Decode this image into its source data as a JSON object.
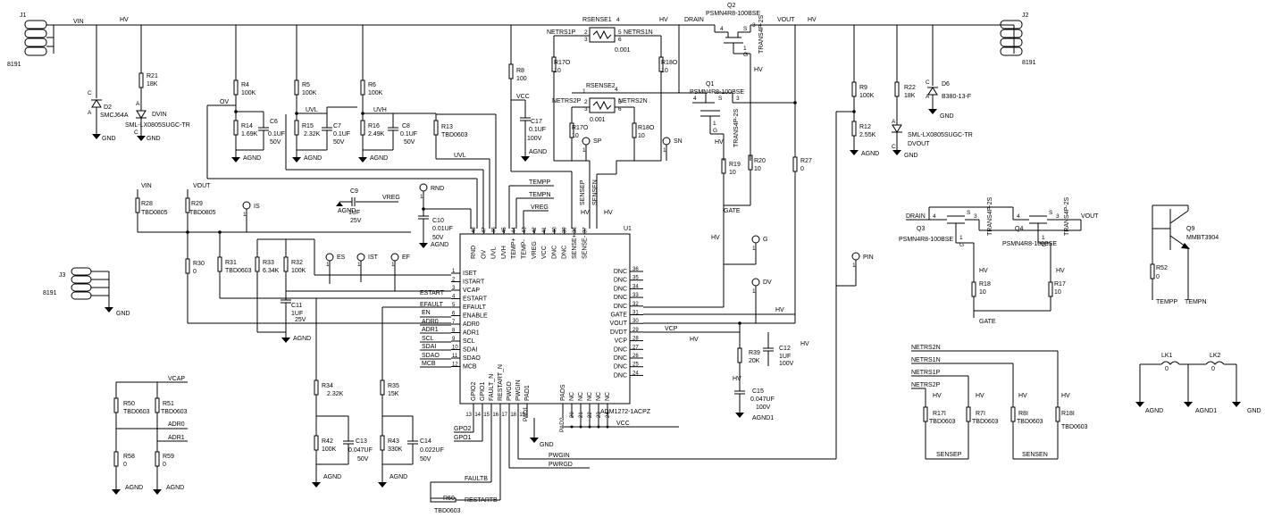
{
  "connectors": {
    "j1": {
      "ref": "J1",
      "part": "8191"
    },
    "j2": {
      "ref": "J2",
      "part": "8191"
    },
    "j3": {
      "ref": "J3",
      "part": "8191"
    }
  },
  "nets": {
    "vin": "VIN",
    "hv": "HV",
    "vout": "VOUT",
    "drain": "DRAIN",
    "ov": "OV",
    "uvl": "UVL",
    "uvh": "UVH",
    "gnd": "GND",
    "agnd": "AGND",
    "agnd1": "AGND1",
    "vcc": "VCC",
    "vreg": "VREG",
    "vcap": "VCAP",
    "gate": "GATE",
    "vcp": "VCP",
    "estart": "ESTART",
    "efault": "EFAULT",
    "en": "EN",
    "adr0": "ADR0",
    "adr1": "ADR1",
    "scl": "SCL",
    "sdai": "SDAI",
    "sdao": "SDAO",
    "mcb": "MCB",
    "gpo1": "GPO1",
    "gpo2": "GPO2",
    "faultb": "FAULTB",
    "restartb": "RESTARTB",
    "pwgin": "PWGIN",
    "pwrgd": "PWRGD",
    "tempp": "TEMPP",
    "tempn": "TEMPN",
    "sensep": "SENSEP",
    "sensen": "SENSEN",
    "netrs1p": "NETRS1P",
    "netrs1n": "NETRS1N",
    "netrs2p": "NETRS2P",
    "netrs2n": "NETRS2N",
    "dvout": "DVOUT",
    "dvin": "DVIN"
  },
  "testpoints": {
    "rnd": "RND",
    "is": "IS",
    "es": "ES",
    "ist": "IST",
    "ef": "EF",
    "sp": "SP",
    "sn": "SN",
    "g": "G",
    "dv": "DV",
    "pin": "PIN",
    "one": "1"
  },
  "components": {
    "d2": {
      "ref": "D2",
      "value": "SMCJ64A"
    },
    "r21": {
      "ref": "R21",
      "value": "18K"
    },
    "dvin_led": {
      "ref": "DVIN",
      "value": "SML-LX0805SUGC-TR"
    },
    "r4": {
      "ref": "R4",
      "value": "100K"
    },
    "r14": {
      "ref": "R14",
      "value": "1.69K"
    },
    "c6": {
      "ref": "C6",
      "value": "0.1UF",
      "volt": "50V"
    },
    "r5": {
      "ref": "R5",
      "value": "100K"
    },
    "r15": {
      "ref": "R15",
      "value": "2.32K"
    },
    "c7": {
      "ref": "C7",
      "value": "0.1UF",
      "volt": "50V"
    },
    "r6": {
      "ref": "R6",
      "value": "100K"
    },
    "r16": {
      "ref": "R16",
      "value": "2.49K"
    },
    "c8": {
      "ref": "C8",
      "value": "0.1UF",
      "volt": "50V"
    },
    "r13": {
      "ref": "R13",
      "value": "TBD0603"
    },
    "r8": {
      "ref": "R8",
      "value": "100"
    },
    "c17": {
      "ref": "C17",
      "value": "0.1UF",
      "volt": "100V"
    },
    "rsense1": {
      "ref": "RSENSE1",
      "value": "0.001"
    },
    "rsense2": {
      "ref": "RSENSE2",
      "value": "0.001"
    },
    "r170": {
      "ref": "R17O",
      "value": "10"
    },
    "r180": {
      "ref": "R18O",
      "value": "10"
    },
    "r170b": {
      "ref": "R17O",
      "value": "10"
    },
    "r180b": {
      "ref": "R18O",
      "value": "10"
    },
    "q1": {
      "ref": "Q1",
      "value": "PSMN4R8-100BSE",
      "tag": "TRANS4P-2S"
    },
    "q2": {
      "ref": "Q2",
      "value": "PSMN4R8-100BSE",
      "tag": "TRANS4P-2S"
    },
    "q3": {
      "ref": "Q3",
      "value": "PSMN4R8-100BSE",
      "tag": "TRANS4P-2S"
    },
    "q4": {
      "ref": "Q4",
      "value": "PSMN4R8-100BSE",
      "tag": "TRANS4P-2S"
    },
    "q9": {
      "ref": "Q9",
      "value": "MMBT3904"
    },
    "r9": {
      "ref": "R9",
      "value": "100K"
    },
    "r12": {
      "ref": "R12",
      "value": "2.55K"
    },
    "r22": {
      "ref": "R22",
      "value": "18K"
    },
    "dvout_led": {
      "ref": "DVOUT",
      "value": "SML-LX0805SUGC-TR"
    },
    "d6": {
      "ref": "D6",
      "value": "B380-13-F"
    },
    "r27": {
      "ref": "R27",
      "value": "0"
    },
    "r19": {
      "ref": "R19",
      "value": "10"
    },
    "r20": {
      "ref": "R20",
      "value": "10"
    },
    "r28": {
      "ref": "R28",
      "value": "TBD0805"
    },
    "r29": {
      "ref": "R29",
      "value": "TBD0805"
    },
    "c9": {
      "ref": "C9",
      "value": "1UF",
      "volt": "25V"
    },
    "c10": {
      "ref": "C10",
      "value": "0.01UF",
      "volt": "50V"
    },
    "r30": {
      "ref": "R30",
      "value": "0"
    },
    "r31": {
      "ref": "R31",
      "value": "TBD0603"
    },
    "r33": {
      "ref": "R33",
      "value": "6.34K"
    },
    "r32": {
      "ref": "R32",
      "value": "100K"
    },
    "c11": {
      "ref": "C11",
      "value": "1UF",
      "volt": "25V"
    },
    "r34": {
      "ref": "R34",
      "value": "2.32K"
    },
    "r35": {
      "ref": "R35",
      "value": "15K"
    },
    "r42": {
      "ref": "R42",
      "value": "100K"
    },
    "c13": {
      "ref": "C13",
      "value": "0.047UF",
      "volt": "50V"
    },
    "r43": {
      "ref": "R43",
      "value": "330K"
    },
    "c14": {
      "ref": "C14",
      "value": "0.022UF",
      "volt": "50V"
    },
    "r50": {
      "ref": "R50",
      "value": "TBD0603"
    },
    "r51": {
      "ref": "R51",
      "value": "TBD0603"
    },
    "r58": {
      "ref": "R58",
      "value": "0"
    },
    "r59": {
      "ref": "R59",
      "value": "0"
    },
    "r60": {
      "ref": "R60",
      "value": "TBD0603"
    },
    "r39": {
      "ref": "R39",
      "value": "20K"
    },
    "c12": {
      "ref": "C12",
      "value": "1UF",
      "volt": "100V"
    },
    "c15": {
      "ref": "C15",
      "value": "0.047UF",
      "volt": "100V"
    },
    "r18": {
      "ref": "R18",
      "value": "10"
    },
    "r17": {
      "ref": "R17",
      "value": "10"
    },
    "r52": {
      "ref": "R52",
      "value": "0"
    },
    "r17i": {
      "ref": "R17I",
      "value": "TBD0603"
    },
    "r7i": {
      "ref": "R7I",
      "value": "TBD0603"
    },
    "r8i": {
      "ref": "R8I",
      "value": "TBD0603"
    },
    "r18i": {
      "ref": "R18I",
      "value": "TBD0603"
    },
    "lk1": {
      "ref": "LK1",
      "value": "0"
    },
    "lk2": {
      "ref": "LK2",
      "value": "0"
    }
  },
  "ic": {
    "ref": "U1",
    "part": "ADM1272-1ACPZ",
    "left_pins": [
      {
        "num": "1",
        "name": "ISET"
      },
      {
        "num": "2",
        "name": "ISTART"
      },
      {
        "num": "3",
        "name": "VCAP"
      },
      {
        "num": "4",
        "name": "ESTART"
      },
      {
        "num": "5",
        "name": "EFAULT"
      },
      {
        "num": "6",
        "name": "ENABLE"
      },
      {
        "num": "7",
        "name": "ADR0"
      },
      {
        "num": "8",
        "name": "ADR1"
      },
      {
        "num": "9",
        "name": "SCL"
      },
      {
        "num": "10",
        "name": "SDAI"
      },
      {
        "num": "11",
        "name": "SDAO"
      },
      {
        "num": "12",
        "name": "MCB"
      }
    ],
    "right_pins": [
      {
        "num": "36",
        "name": "DNC"
      },
      {
        "num": "35",
        "name": "DNC"
      },
      {
        "num": "34",
        "name": "DNC"
      },
      {
        "num": "33",
        "name": "DNC"
      },
      {
        "num": "32",
        "name": "DNC"
      },
      {
        "num": "31",
        "name": "GATE"
      },
      {
        "num": "30",
        "name": "VOUT"
      },
      {
        "num": "29",
        "name": "DVDT"
      },
      {
        "num": "28",
        "name": "VCP"
      },
      {
        "num": "27",
        "name": "DNC"
      },
      {
        "num": "26",
        "name": "DNC"
      },
      {
        "num": "25",
        "name": "DNC"
      },
      {
        "num": "24",
        "name": "DNC"
      }
    ],
    "top_pins": [
      {
        "num": "48",
        "name": "RND"
      },
      {
        "num": "47",
        "name": "OV"
      },
      {
        "num": "46",
        "name": "UVL"
      },
      {
        "num": "45",
        "name": "UVH"
      },
      {
        "num": "44",
        "name": "TEMP+"
      },
      {
        "num": "43",
        "name": "TEMP-"
      },
      {
        "num": "42",
        "name": "VREG"
      },
      {
        "num": "41",
        "name": "VCC"
      },
      {
        "num": "40",
        "name": "DNC"
      },
      {
        "num": "39",
        "name": "DNC"
      },
      {
        "num": "38",
        "name": "SENSE+"
      },
      {
        "num": "37",
        "name": "SENSE-"
      }
    ],
    "bottom_pins": [
      {
        "num": "13",
        "name": "GPIO2"
      },
      {
        "num": "14",
        "name": "GPIO1"
      },
      {
        "num": "15",
        "name": "FAULT_N"
      },
      {
        "num": "16",
        "name": "RESTART_N"
      },
      {
        "num": "17",
        "name": "PWGD"
      },
      {
        "num": "18",
        "name": "PWGIN"
      },
      {
        "num": "19",
        "name": "PAD1"
      },
      {
        "num": "PAD1",
        "name": "PAD1"
      },
      {
        "num": "PAD2",
        "name": "PADS"
      },
      {
        "num": "20",
        "name": "NC"
      },
      {
        "num": "21",
        "name": "NC"
      },
      {
        "num": "22",
        "name": "NC"
      },
      {
        "num": "23",
        "name": "NC"
      },
      {
        "num": "24",
        "name": "NC"
      }
    ]
  }
}
